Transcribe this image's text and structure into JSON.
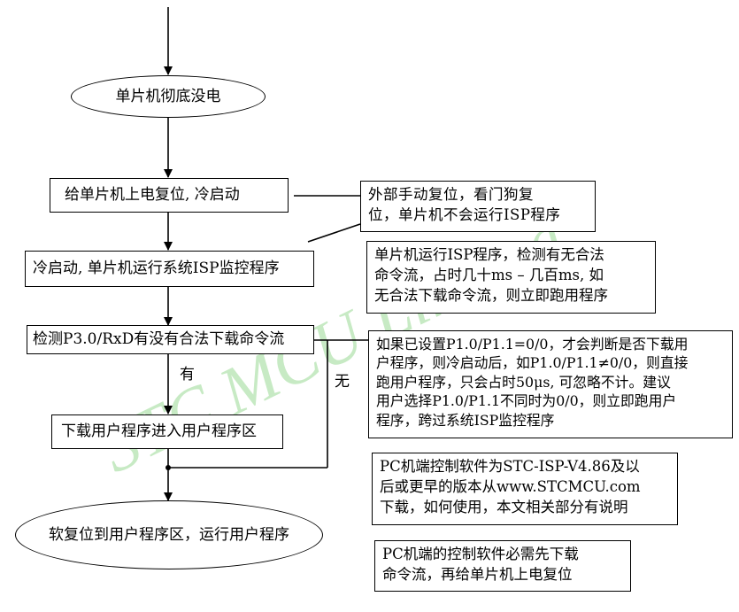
{
  "diagram": {
    "start_node": "单片机彻底没电",
    "step_power_on": "给单片机上电复位, 冷启动",
    "step_cold_start": "冷启动, 单片机运行系统ISP监控程序",
    "step_detect": "检测P3.0/RxD有没有合法下载命令流",
    "label_yes": "有",
    "label_no": "无",
    "step_download": "下载用户程序进入用户程序区",
    "end_node": "软复位到用户程序区，运行用户程序"
  },
  "notes": {
    "manual_reset": [
      "外部手动复位，看门狗复",
      "位，单片机不会运行ISP程序"
    ],
    "isp_check": [
      "单片机运行ISP程序，检测有无合法",
      "命令流，占时几十ms – 几百ms, 如",
      "无合法下载命令流，则立即跑用程序"
    ],
    "p1_setting": [
      "如果已设置P1.0/P1.1=0/0，才会判断是否下载用",
      "户程序，则冷启动后，如P1.0/P1.1≠0/0，则直接",
      "跑用户程序，只会占时50μs, 可忽略不计。建议",
      "用户选择P1.0/P1.1不同时为0/0，则立即跑用户",
      "程序，跨过系统ISP监控程序"
    ],
    "pc_software": [
      "PC机端控制软件为STC-ISP-V4.86及以",
      "后或更早的版本从www.STCMCU.com",
      "下载，如何使用，本文相关部分有说明"
    ],
    "pc_first": [
      "PC机端的控制软件必需先下载",
      "命令流，再给单片机上电复位"
    ]
  },
  "watermark": "STC  MCU  Limited.",
  "colors": {
    "line": "#000000",
    "watermark": "#c7eac4"
  }
}
